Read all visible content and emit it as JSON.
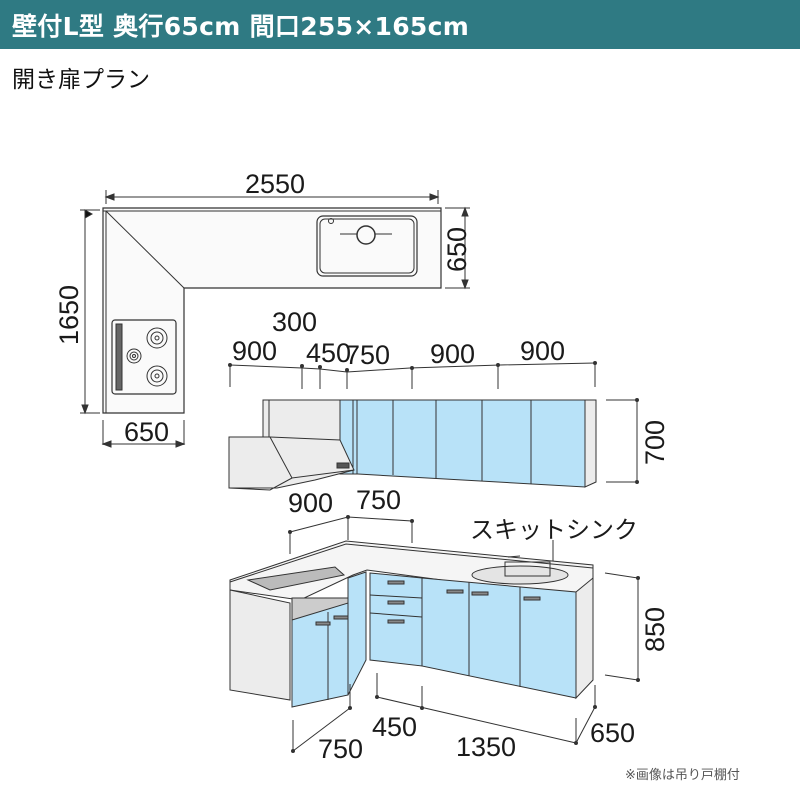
{
  "header": {
    "title": "壁付L型 奥行65cm 間口255×165cm",
    "background_color": "#2f7a83"
  },
  "subtitle": "開き扉プラン",
  "plan_view": {
    "dim_width": "2550",
    "dim_depth_right": "650",
    "dim_height_left": "1650",
    "dim_depth_bottom": "650"
  },
  "wall_cabinet": {
    "dims_top": [
      "900",
      "300",
      "450",
      "750",
      "900",
      "900"
    ],
    "dim_height": "700",
    "door_color": "#b8e2f8"
  },
  "base_cabinet": {
    "dims_top": [
      "900",
      "750"
    ],
    "sink_label": "スキットシンク",
    "dim_height": "850",
    "dims_bottom": [
      "750",
      "450",
      "1350",
      "650"
    ],
    "door_color": "#b8e2f8"
  },
  "footnote": "※画像は吊り戸棚付"
}
